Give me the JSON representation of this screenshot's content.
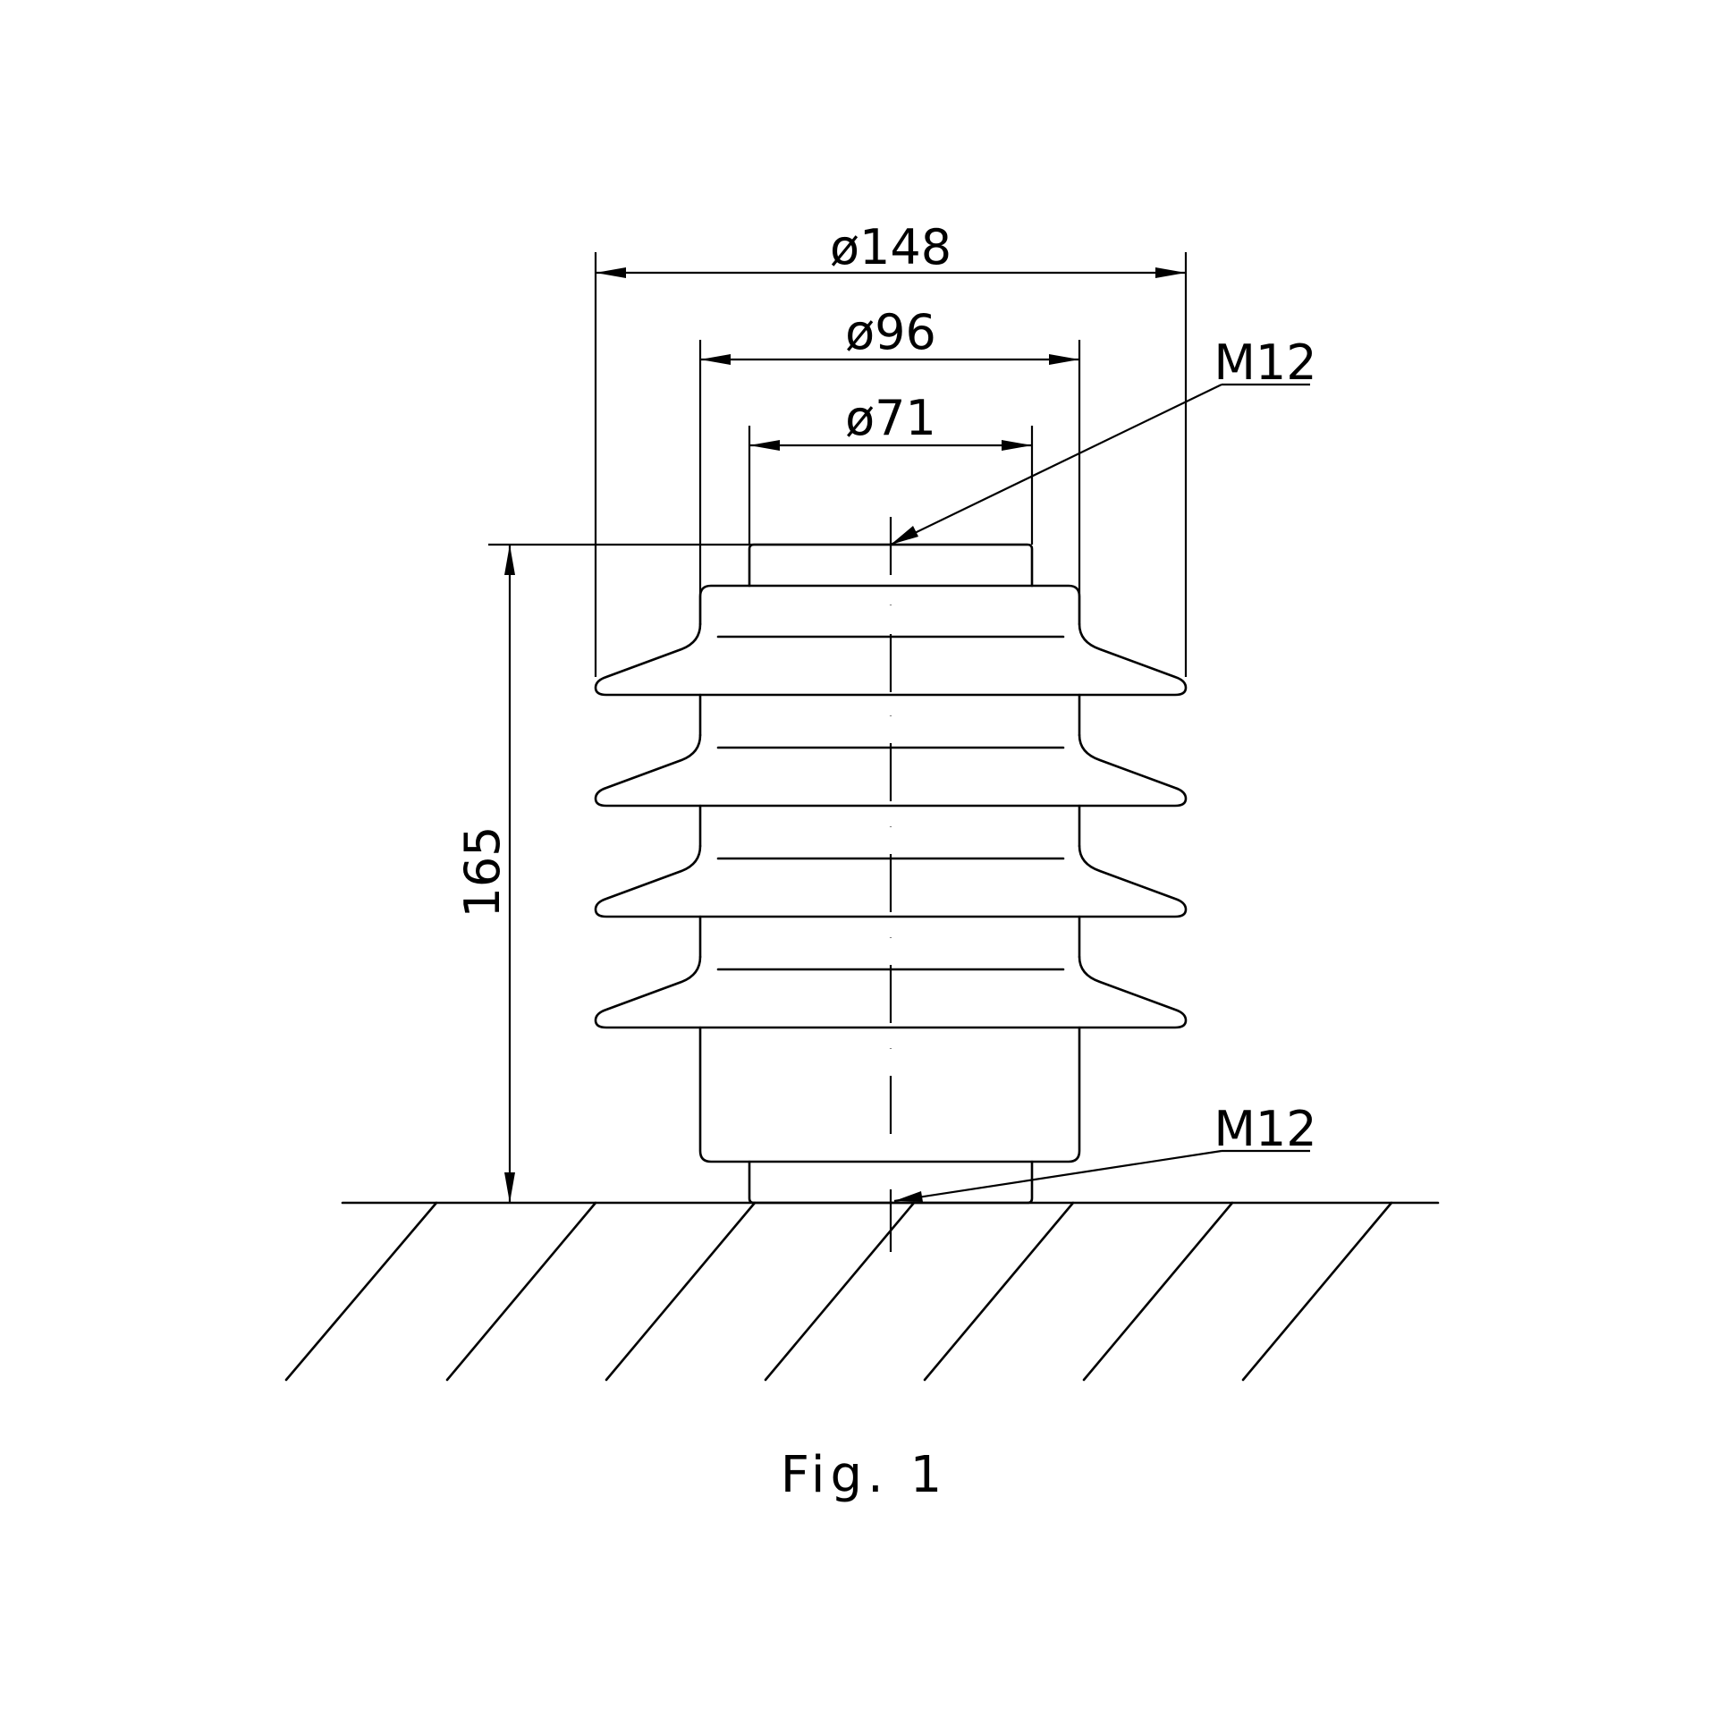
{
  "figure": {
    "caption": "Fig. 1"
  },
  "dimensions": {
    "outer_diameter": "ø148",
    "shed_diameter": "ø96",
    "top_diameter": "ø71",
    "height": "165"
  },
  "callouts": {
    "top_thread": "M12",
    "bottom_thread": "M12"
  }
}
